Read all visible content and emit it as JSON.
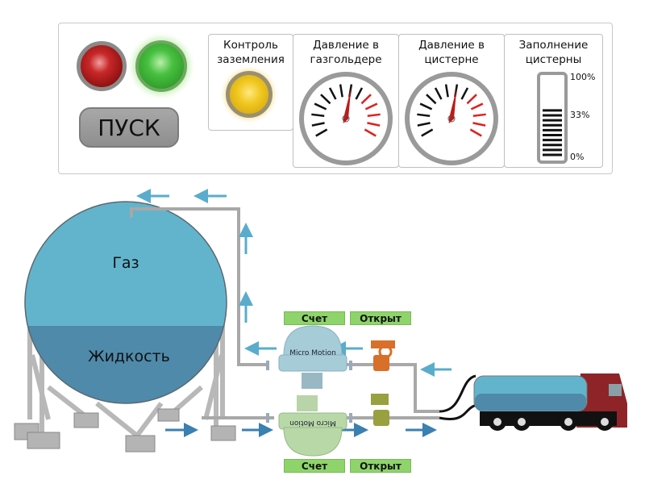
{
  "control_panel": {
    "lamps": {
      "red": {
        "state": "off",
        "color": "#c82828"
      },
      "green": {
        "state": "on",
        "color": "#48c040"
      }
    },
    "start_button_label": "ПУСК",
    "grounding": {
      "title_line1": "Контроль",
      "title_line2": "заземления",
      "lamp_color": "#f0c820"
    },
    "gauge_gasholder": {
      "title_line1": "Давление в",
      "title_line2": "газгольдере",
      "value_fraction": 0.54,
      "ticks_total": 14,
      "ticks_red": 5
    },
    "gauge_tank": {
      "title_line1": "Давление в",
      "title_line2": "цистерне",
      "value_fraction": 0.54,
      "ticks_total": 14,
      "ticks_red": 5
    },
    "tank_fill": {
      "title_line1": "Заполнение",
      "title_line2": "цистерны",
      "scale_top": "100%",
      "scale_mid": "33%",
      "scale_bottom": "0%",
      "fill_percent": 65
    }
  },
  "diagram": {
    "gasholder_gas_label": "Газ",
    "gasholder_liquid_label": "Жидкость",
    "upper_meter": {
      "brand": "Micro Motion",
      "status": "Счет",
      "valve_status": "Открыт",
      "valve_color": "#d8702a"
    },
    "lower_meter": {
      "brand": "Micro Motion",
      "status": "Счет",
      "valve_status": "Открыт",
      "valve_color": "#98a040"
    },
    "colors": {
      "gas": "#62b4cc",
      "liquid": "#4f8aaa",
      "arrow": "#5aaccc",
      "arrow_dark": "#3a80b0",
      "pipe": "#a8a8a8",
      "truck_cab": "#8e2428",
      "status_flag": "#8ed46a"
    }
  }
}
